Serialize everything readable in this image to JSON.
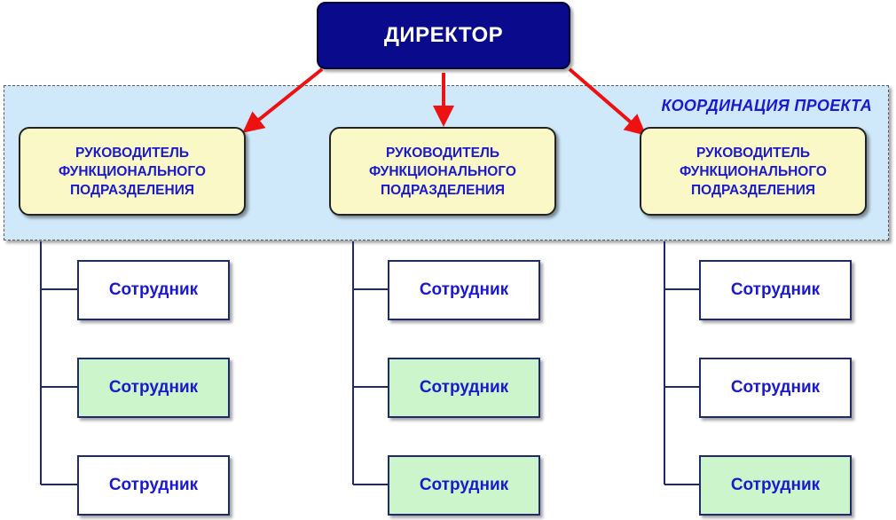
{
  "director": {
    "label": "ДИРЕКТОР"
  },
  "coordination": {
    "label": "КООРДИНАЦИЯ ПРОЕКТА"
  },
  "managers": [
    {
      "label": "РУКОВОДИТЕЛЬ\nФУНКЦИОНАЛЬНОГО\nПОДРАЗДЕЛЕНИЯ"
    },
    {
      "label": "РУКОВОДИТЕЛЬ\nФУНКЦИОНАЛЬНОГО\nПОДРАЗДЕЛЕНИЯ"
    },
    {
      "label": "РУКОВОДИТЕЛЬ\nФУНКЦИОНАЛЬНОГО\nПОДРАЗДЕЛЕНИЯ"
    }
  ],
  "columns": [
    {
      "employees": [
        {
          "label": "Сотрудник",
          "fill": "white"
        },
        {
          "label": "Сотрудник",
          "fill": "green"
        },
        {
          "label": "Сотрудник",
          "fill": "white"
        }
      ]
    },
    {
      "employees": [
        {
          "label": "Сотрудник",
          "fill": "white"
        },
        {
          "label": "Сотрудник",
          "fill": "green"
        },
        {
          "label": "Сотрудник",
          "fill": "green"
        }
      ]
    },
    {
      "employees": [
        {
          "label": "Сотрудник",
          "fill": "white"
        },
        {
          "label": "Сотрудник",
          "fill": "white"
        },
        {
          "label": "Сотрудник",
          "fill": "green"
        }
      ]
    }
  ],
  "colors": {
    "director_fill": "#0a0a8c",
    "manager_fill": "#fbf8c8",
    "band_fill": "#cfe8fa",
    "employee_green": "#cdf5cb",
    "arrow": "#ee1111",
    "text_blue": "#1a1acc",
    "line": "#1f2a6e"
  }
}
